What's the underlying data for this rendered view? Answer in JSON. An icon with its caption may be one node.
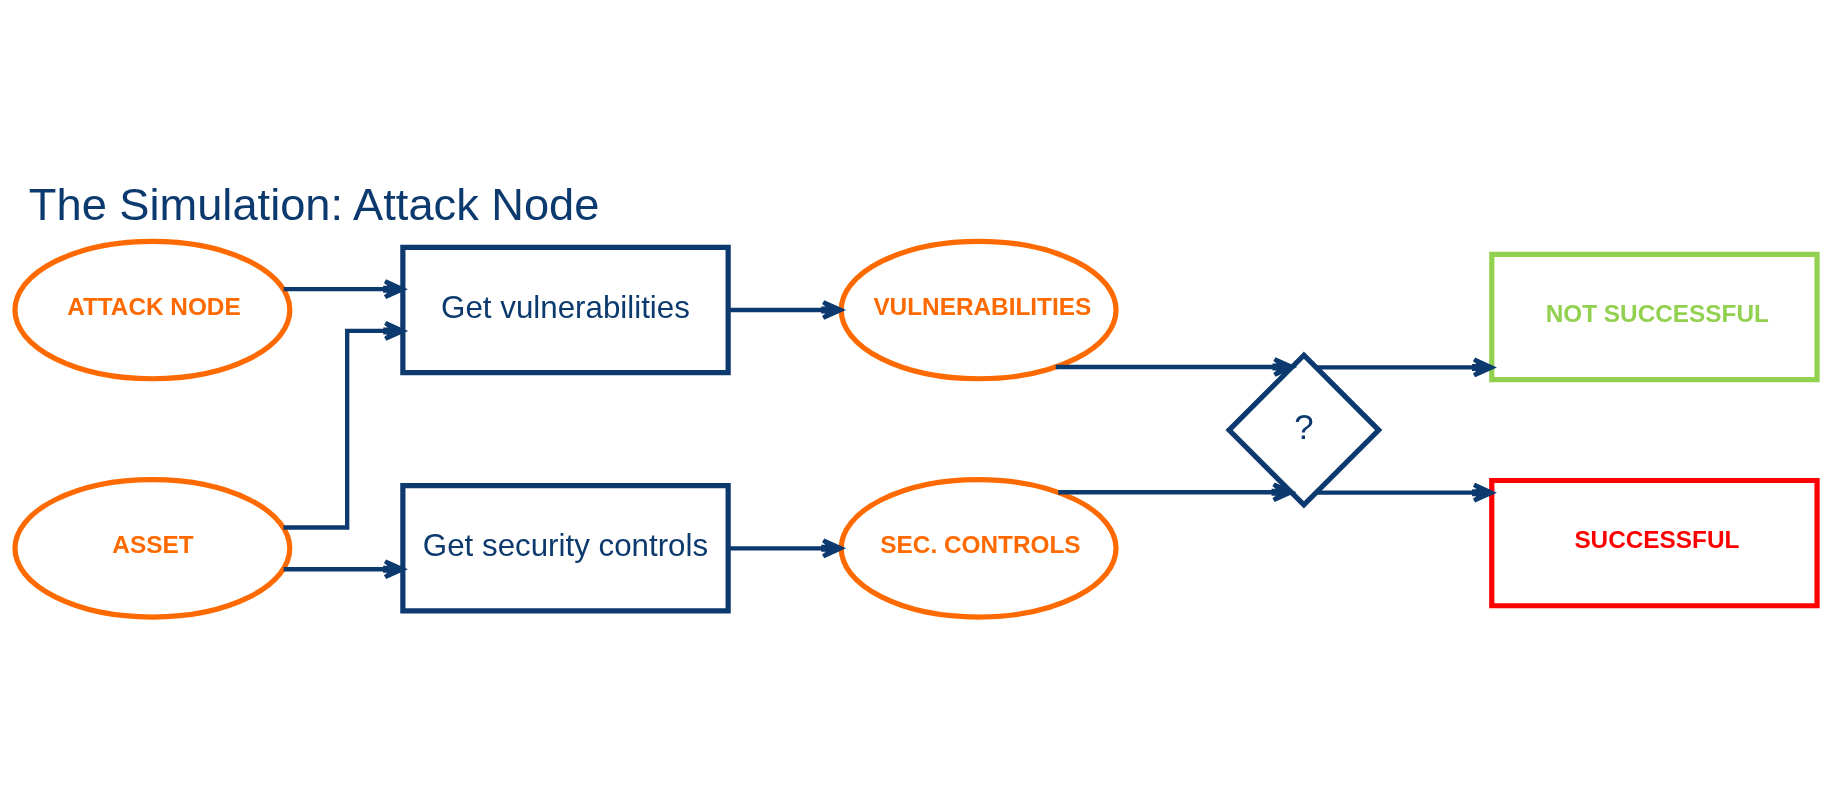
{
  "diagram": {
    "title": "The Simulation: Attack Node",
    "nodes": [
      {
        "text": [
          "ATTACK NODE"
        ]
      },
      {
        "text": [
          "Get vulnerabilities"
        ]
      },
      {
        "text": [
          "VULNERABILITIES"
        ]
      },
      {
        "text": [
          "NOT SUCCESSFUL"
        ]
      },
      {
        "text": [
          "?"
        ]
      },
      {
        "text": [
          "ASSET"
        ]
      },
      {
        "text": [
          "Get security controls"
        ]
      },
      {
        "text": [
          "SEC. CONTROLS"
        ]
      },
      {
        "text": [
          "SUCCESSFUL"
        ]
      }
    ],
    "edges": [
      {
        "from": 0,
        "to": 1,
        "arrow": "to"
      },
      {
        "from": 5,
        "to": 1,
        "arrow": "to"
      },
      {
        "from": 1,
        "to": 2,
        "arrow": "to"
      },
      {
        "from": 5,
        "to": 6,
        "arrow": "to"
      },
      {
        "from": 6,
        "to": 7,
        "arrow": "to"
      },
      {
        "from": 2,
        "to": 4,
        "arrow": "to"
      },
      {
        "from": 7,
        "to": 4,
        "arrow": "to"
      },
      {
        "from": 4,
        "to": 3,
        "arrow": "to"
      },
      {
        "from": 4,
        "to": 8,
        "arrow": "to"
      }
    ]
  }
}
